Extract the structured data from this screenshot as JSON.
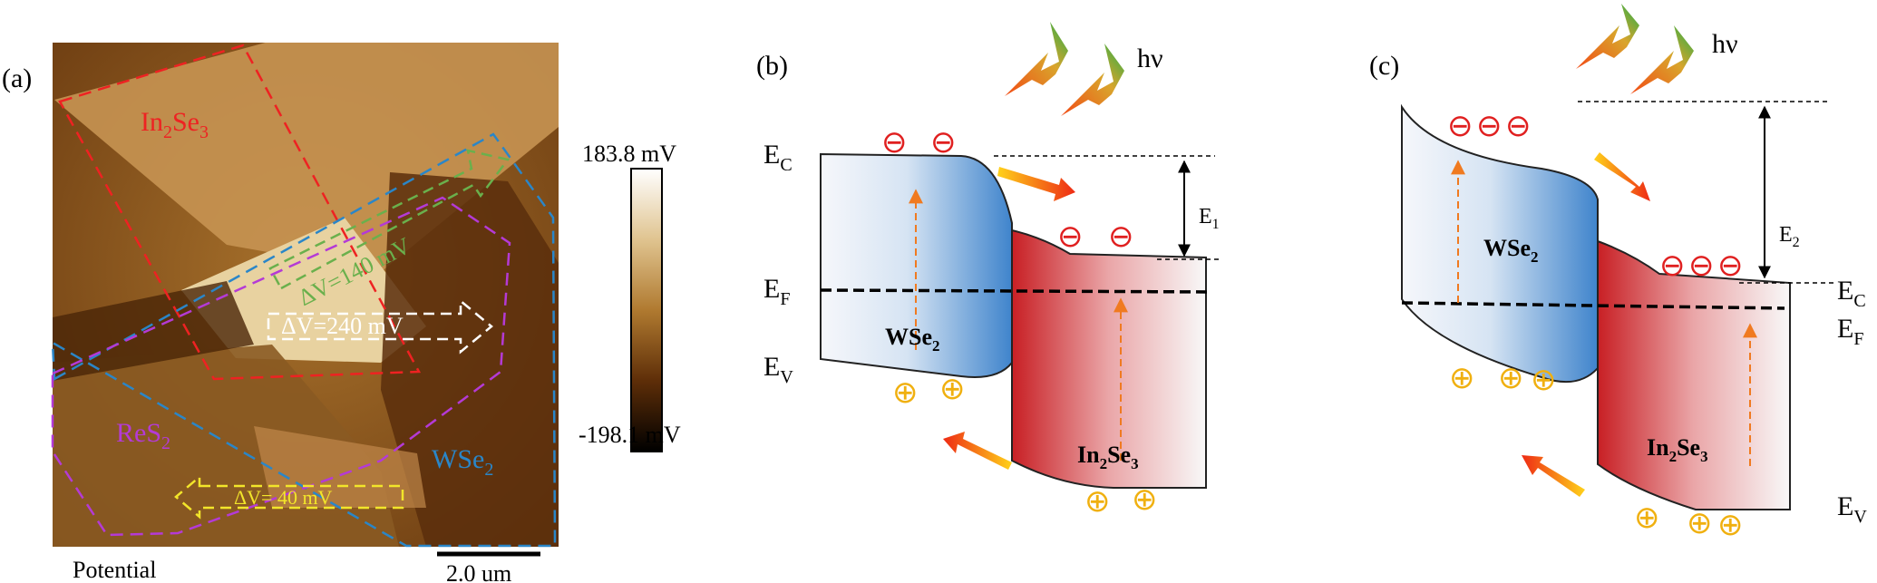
{
  "panel_a": {
    "label": "(a)",
    "bottom_label": "Potential",
    "scale_bar": "2.0 um",
    "colorbar": {
      "max": "183.8 mV",
      "min": "-198.1 mV"
    },
    "region_labels": {
      "in2se3": "In",
      "reS2": "ReS",
      "wse2": "WSe",
      "sub": "2",
      "sub_in": "2",
      "se3": "Se",
      "sub3": "3"
    },
    "dv_labels": {
      "green": "ΔV=140 mV",
      "white": "ΔV=240 mV",
      "yellow": "ΔV= 40 mV"
    },
    "colors": {
      "in2se3": "#ee2222",
      "wse2": "#2a86c8",
      "reS2": "#b43ad6",
      "green": "#6ab04c",
      "yellow": "#f2e52a"
    }
  },
  "panel_b": {
    "label": "(b)",
    "hv": "hν",
    "ec": "E",
    "ec_sub": "C",
    "ef": "E",
    "ef_sub": "F",
    "ev": "E",
    "ev_sub": "V",
    "e1": "E",
    "e1_sub": "1",
    "wse2": "WSe",
    "wse2_sub": "2",
    "in2se3_a": "In",
    "in2se3_sub1": "2",
    "in2se3_b": "Se",
    "in2se3_sub2": "3"
  },
  "panel_c": {
    "label": "(c)",
    "hv": "hν",
    "ec": "E",
    "ec_sub": "C",
    "ef": "E",
    "ef_sub": "F",
    "ev": "E",
    "ev_sub": "V",
    "e2": "E",
    "e2_sub": "2",
    "wse2": "WSe",
    "wse2_sub": "2",
    "in2se3_a": "In",
    "in2se3_sub1": "2",
    "in2se3_b": "Se",
    "in2se3_sub2": "3"
  },
  "symbols": {
    "electron": "⊖",
    "hole": "⊕"
  }
}
